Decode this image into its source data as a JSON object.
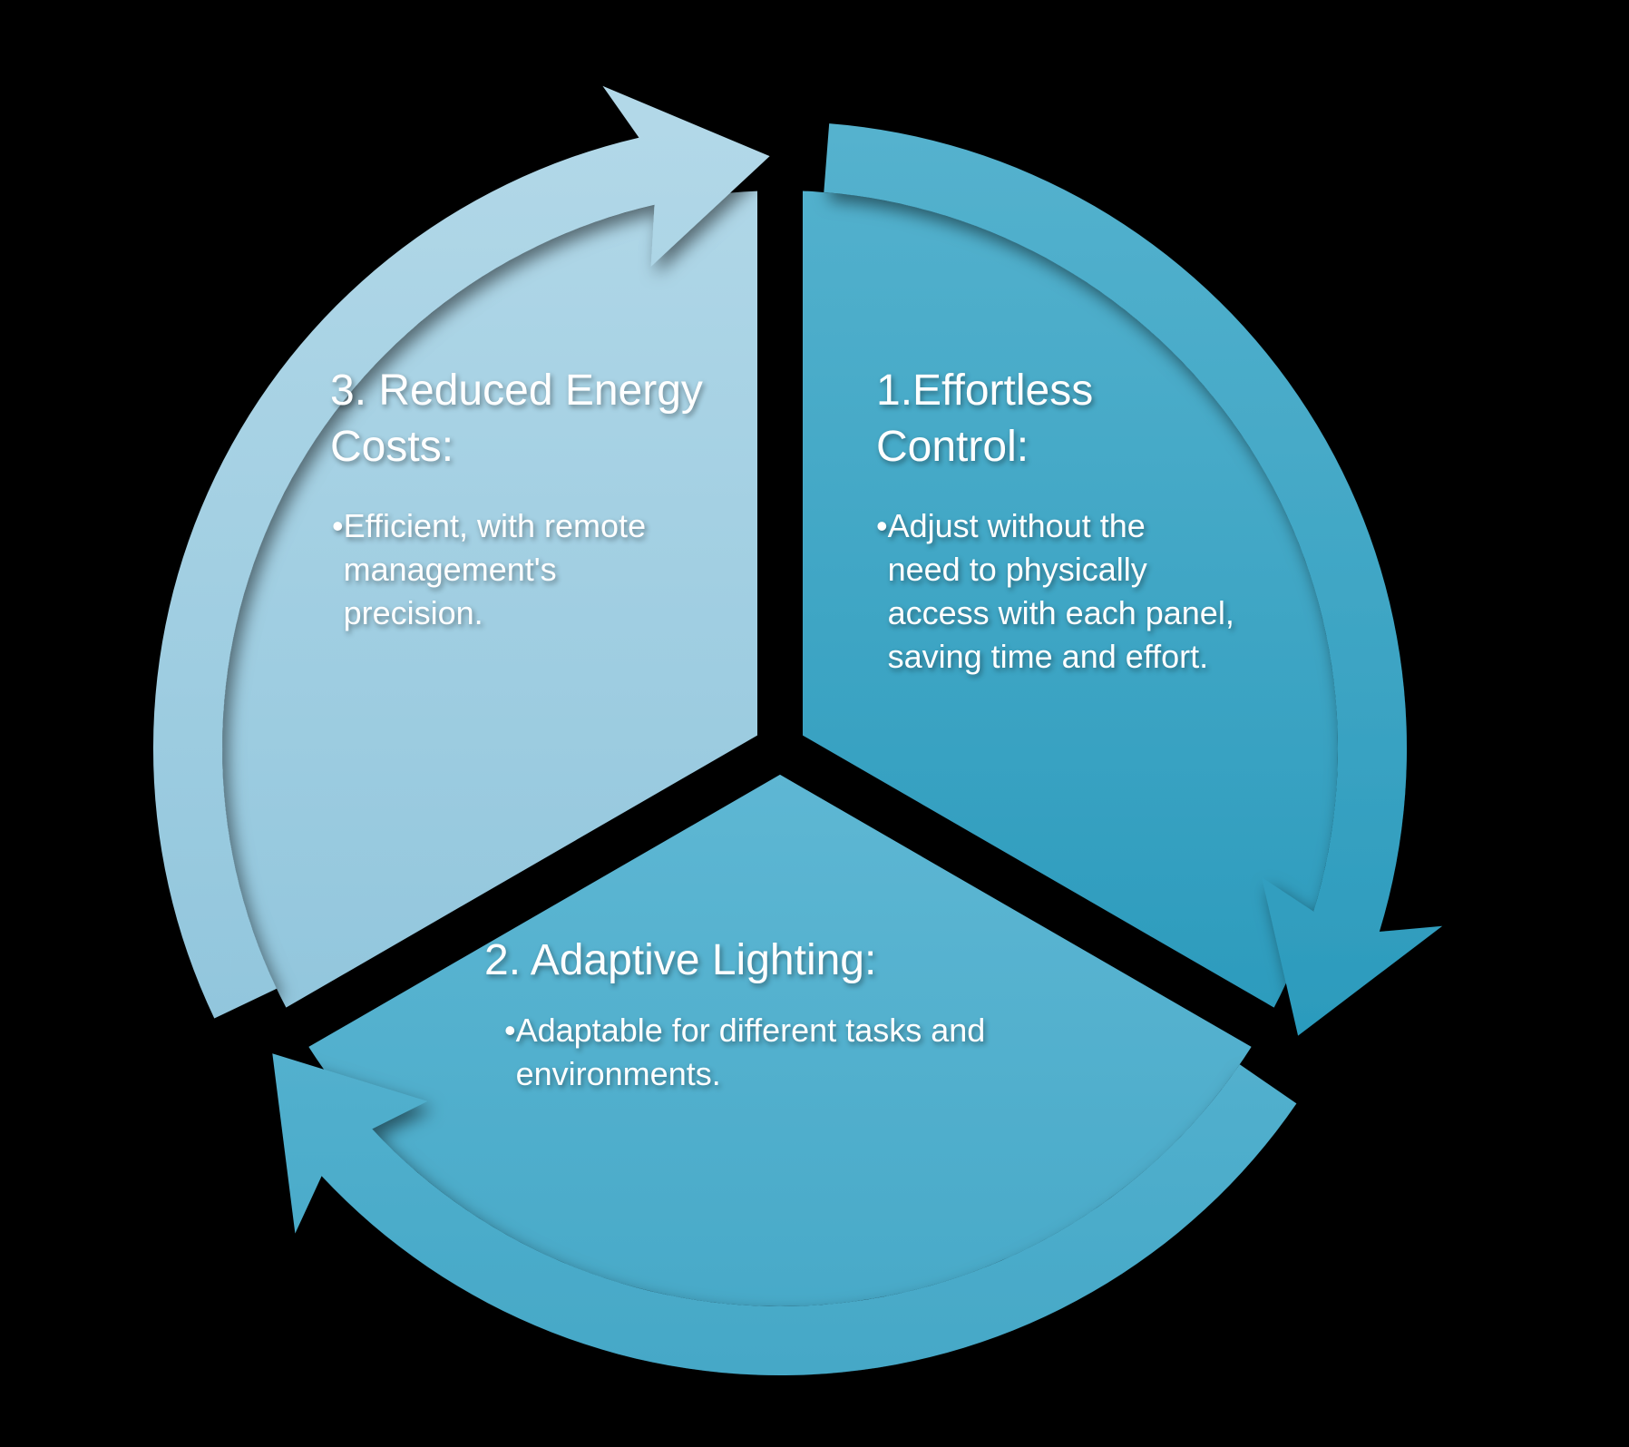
{
  "colors": {
    "background": "#000000"
  },
  "segments": [
    {
      "title_lines": [
        "1.Effortless",
        "Control:"
      ],
      "bullet_marker": "•",
      "bullet_lines": [
        "Adjust without the",
        "need to physically",
        "access with each panel,",
        "saving time and effort."
      ],
      "color_top": "#55B2CE",
      "color_bottom": "#1C92B6"
    },
    {
      "title_lines": [
        "2. Adaptive Lighting:"
      ],
      "bullet_marker": "•",
      "bullet_lines": [
        "Adaptable for different tasks and",
        "environments."
      ],
      "color_top": "#79C7E1",
      "color_bottom": "#45A8C7"
    },
    {
      "title_lines": [
        "3. Reduced Energy",
        "Costs:"
      ],
      "bullet_marker": "•",
      "bullet_lines": [
        "Efficient, with remote",
        "management's",
        "precision."
      ],
      "color_top": "#B2D8E8",
      "color_bottom": "#85BFD8"
    }
  ]
}
